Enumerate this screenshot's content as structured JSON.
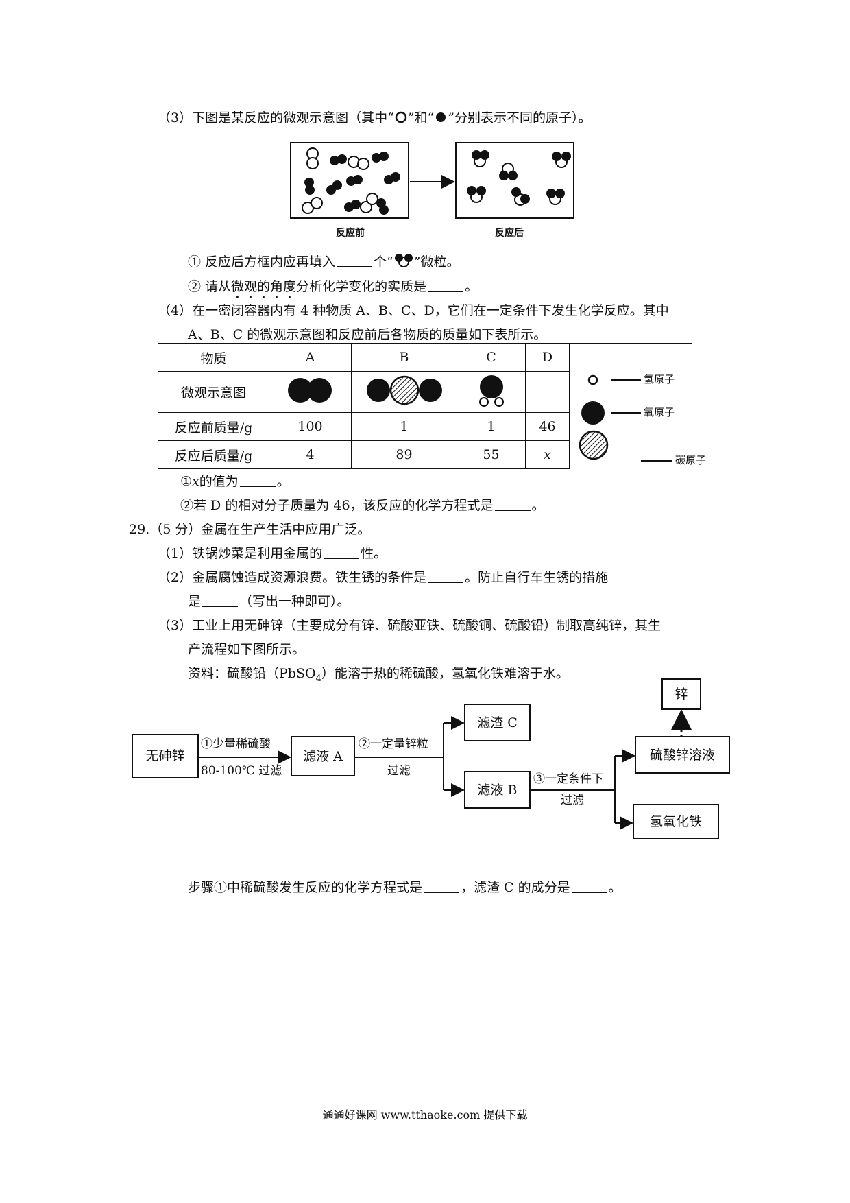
{
  "q28_3": {
    "intro": "（3）下图是某反应的微观示意图（其中“",
    "intro_and": "”和“",
    "intro_end": "”分别表示不同的原子）。",
    "before_label": "反应前",
    "after_label": "反应后",
    "sub1_a": "① 反应后方框内应再填入",
    "sub1_b": "个“",
    "sub1_c": "”微粒。",
    "sub2_a": "② 请从",
    "sub2_emph": "微观的角度",
    "sub2_b": "分析化学变化的实质是",
    "sub2_c": "。"
  },
  "q28_4": {
    "line1": "（4）在一密闭容器内有 4 种物质 A、B、C、D，它们在一定条件下发生化学反应。其中",
    "line2": "A、B、C 的微观示意图和反应前后各物质的质量如下表所示。",
    "headers": [
      "物质",
      "A",
      "B",
      "C",
      "D"
    ],
    "row_micro": "微观示意图",
    "row_before": [
      "反应前质量/g",
      "100",
      "1",
      "1",
      "46"
    ],
    "row_after": [
      "反应后质量/g",
      "4",
      "89",
      "55",
      "x"
    ],
    "legend": [
      "氢原子",
      "氧原子",
      "碳原子"
    ],
    "sub1_a": "①",
    "sub1_x": "x",
    "sub1_b": "的值为",
    "sub1_c": "。",
    "sub2_a": "②若 D 的相对分子质量为 46，该反应的化学方程式是",
    "sub2_c": "。"
  },
  "q29": {
    "head": "29.（5 分）金属在生产生活中应用广泛。",
    "p1_a": "（1）铁锅炒菜是利用金属的",
    "p1_b": "性。",
    "p2_a": "（2）金属腐蚀造成资源浪费。铁生锈的条件是",
    "p2_b": "。防止自行车生锈的措施",
    "p2_c": "是",
    "p2_d": "（写出一种即可）。",
    "p3_a": "（3）工业上用无砷锌（主要成分有锌、硫酸亚铁、硫酸铜、硫酸铅）制取高纯锌，其生",
    "p3_b": "产流程如下图所示。",
    "info_a": "资料：硫酸铅（PbSO",
    "info_sub": "4",
    "info_b": "）能溶于热的稀硫酸，氢氧化铁难溶于水。",
    "flow": {
      "start": "无砷锌",
      "step1_top": "①少量稀硫酸",
      "step1_bottom": "80-100℃ 过滤",
      "filtrate_a": "滤液 A",
      "step2_top": "②一定量锌粒",
      "step2_bottom": "过滤",
      "residue_c": "滤渣 C",
      "filtrate_b": "滤液 B",
      "step3_top": "③一定条件下",
      "step3_bottom": "过滤",
      "zinc": "锌",
      "znso4": "硫酸锌溶液",
      "feoh3": "氢氧化铁"
    },
    "last_a": "步骤①中稀硫酸发生反应的化学方程式是",
    "last_b": "，滤渣 C 的成分是",
    "last_c": "。"
  },
  "footer": "通通好课网  www.tthaoke.com  提供下载"
}
